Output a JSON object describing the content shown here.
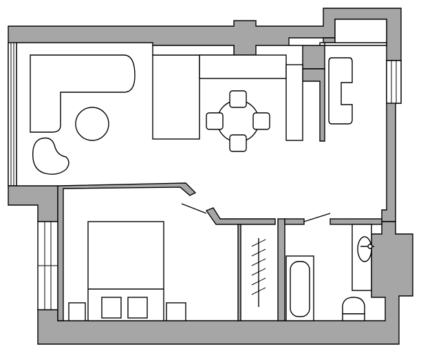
{
  "diagram": {
    "type": "floor-plan",
    "colors": {
      "wall_fill": "#a6a6a6",
      "line": "#000000",
      "background": "#ffffff"
    },
    "rooms": [
      "living-room",
      "kitchen",
      "bedroom",
      "wardrobe",
      "bathroom",
      "hallway"
    ],
    "furniture": [
      "l-shaped-sofa",
      "round-coffee-table",
      "bean-armchair",
      "kitchen-counter",
      "round-dining-table",
      "dining-chair",
      "double-bed",
      "pillow",
      "nightstand",
      "wardrobe-rail",
      "bathtub",
      "sink",
      "toilet"
    ]
  }
}
